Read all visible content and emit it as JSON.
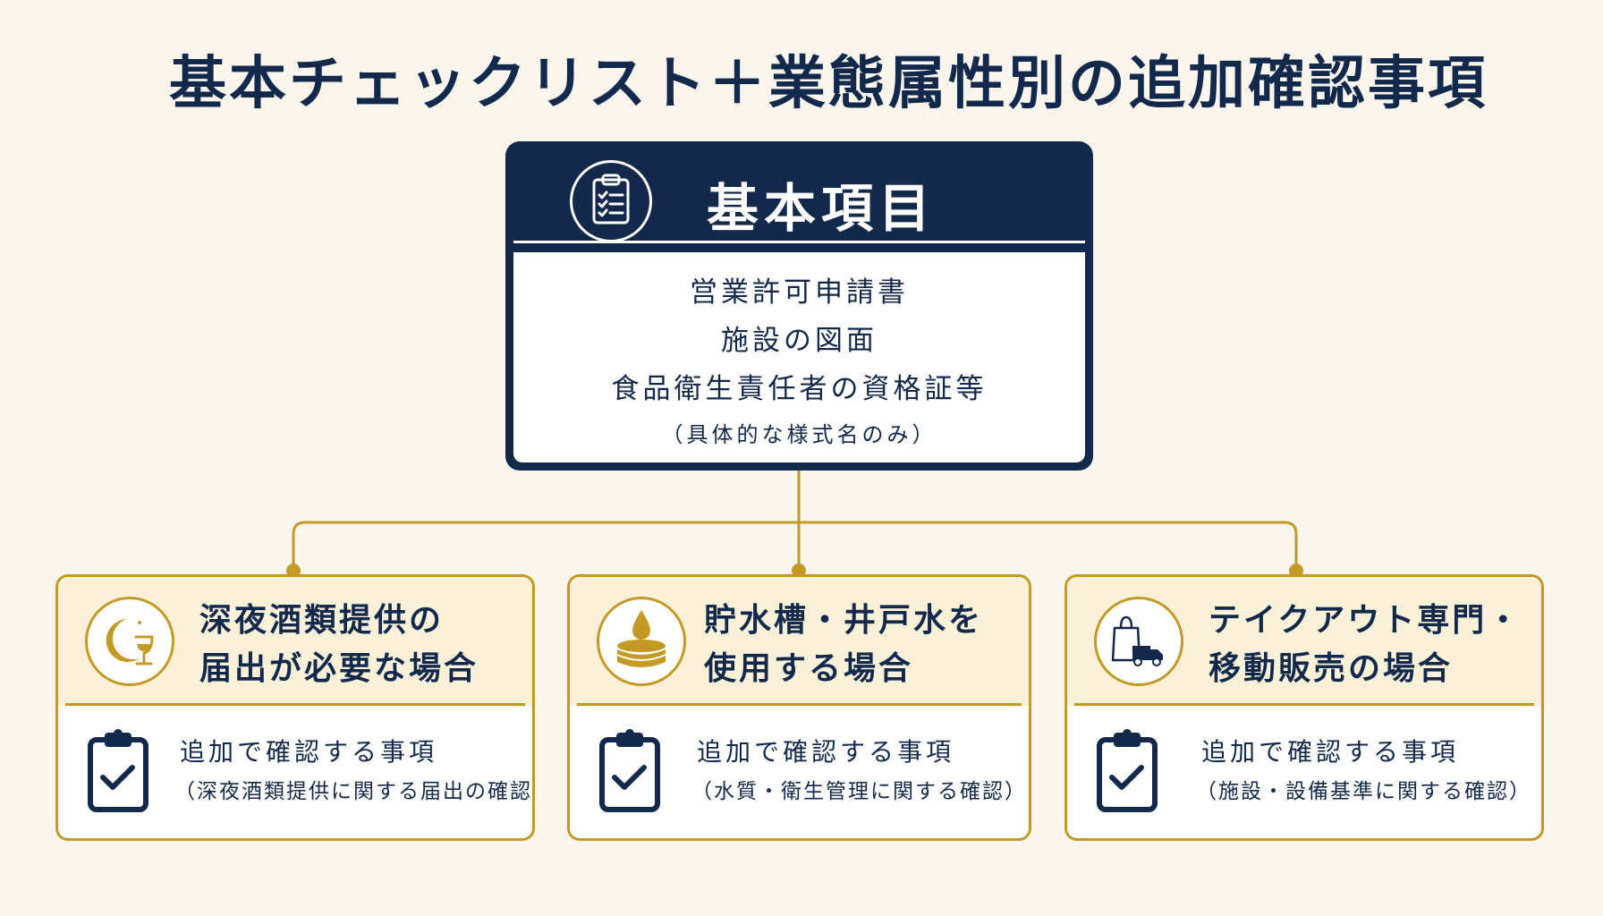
{
  "title": "基本チェックリスト＋業態属性別の追加確認事項",
  "basic": {
    "heading": "基本項目",
    "items": [
      "営業許可申請書",
      "施設の図面",
      "食品衛生責任者の資格証等"
    ],
    "note": "（具体的な様式名のみ）"
  },
  "cards": [
    {
      "title_line1": "深夜酒類提供の",
      "title_line2": "届出が必要な場合",
      "additional_label": "追加で確認する事項",
      "detail": "（深夜酒類提供に関する届出の確認）",
      "icon": "moon-wine-icon"
    },
    {
      "title_line1": "貯水槽・井戸水を",
      "title_line2": "使用する場合",
      "additional_label": "追加で確認する事項",
      "detail": "（水質・衛生管理に関する確認）",
      "icon": "water-tank-icon"
    },
    {
      "title_line1": "テイクアウト専門・",
      "title_line2": "移動販売の場合",
      "additional_label": "追加で確認する事項",
      "detail": "（施設・設備基準に関する確認）",
      "icon": "bag-truck-icon"
    }
  ],
  "colors": {
    "navy": "#13294b",
    "gold": "#c49a25",
    "cream": "#fbf1d9",
    "background": "#faf6ee"
  }
}
